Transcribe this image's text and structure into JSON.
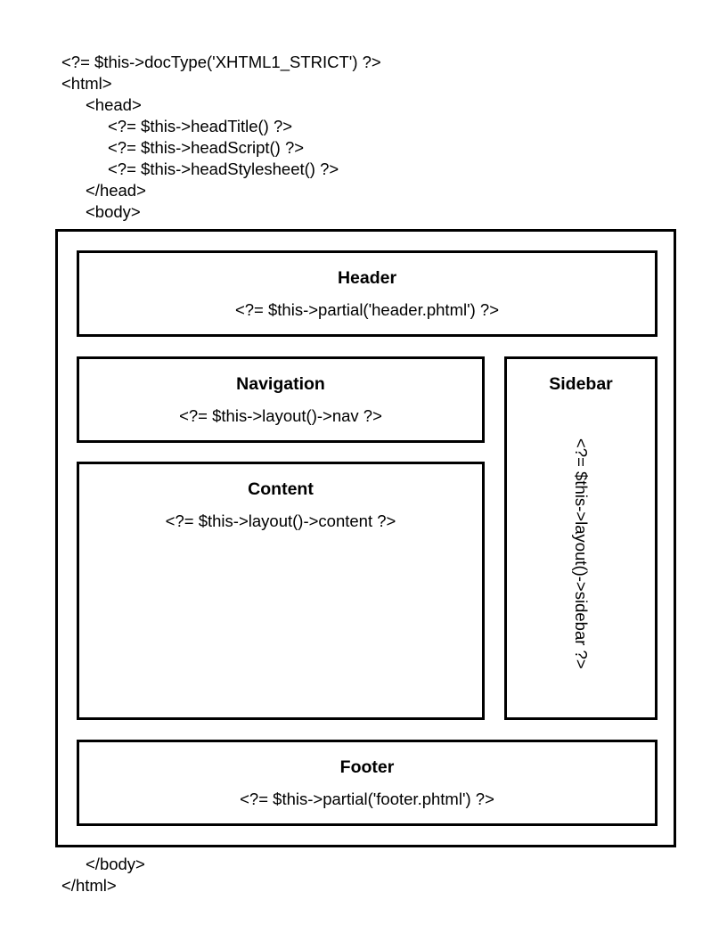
{
  "code_top": {
    "lines": [
      {
        "indent": 0,
        "text": "<?= $this->docType('XHTML1_STRICT') ?>"
      },
      {
        "indent": 0,
        "text": "<html>"
      },
      {
        "indent": 1,
        "text": "<head>"
      },
      {
        "indent": 2,
        "text": "<?= $this->headTitle() ?>"
      },
      {
        "indent": 2,
        "text": "<?= $this->headScript() ?>"
      },
      {
        "indent": 2,
        "text": "<?= $this->headStylesheet() ?>"
      },
      {
        "indent": 1,
        "text": "</head>"
      },
      {
        "indent": 1,
        "text": "<body>"
      }
    ]
  },
  "code_bottom": {
    "lines": [
      {
        "indent": 1,
        "text": "</body>"
      },
      {
        "indent": 0,
        "text": "</html>"
      }
    ]
  },
  "regions": {
    "header": {
      "title": "Header",
      "code": "<?= $this->partial('header.phtml') ?>"
    },
    "navigation": {
      "title": "Navigation",
      "code": "<?= $this->layout()->nav ?>"
    },
    "content": {
      "title": "Content",
      "code": "<?= $this->layout()->content ?>"
    },
    "sidebar": {
      "title": "Sidebar",
      "code": "<?= $this->layout()->sidebar ?>"
    },
    "footer": {
      "title": "Footer",
      "code": "<?= $this->partial('footer.phtml') ?>"
    }
  },
  "colors": {
    "background": "#ffffff",
    "stroke": "#000000",
    "text": "#000000"
  }
}
